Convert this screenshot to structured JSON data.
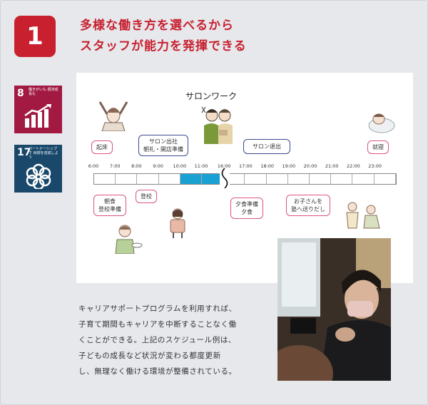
{
  "badge_number": "1",
  "heading": {
    "line1": "多様な働き方を選べるから",
    "line2": "スタッフが能力を発揮できる"
  },
  "sdg8": {
    "number": "8",
    "text": "働きがいも 経済成長も"
  },
  "sdg17": {
    "number": "17",
    "text": "パートナーシップで 目標を達成しよう"
  },
  "schedule": {
    "title": "サロンワーク",
    "times": [
      "6:00",
      "7:00",
      "8:00",
      "9:00",
      "10:00",
      "11:00",
      "16:00",
      "17:00",
      "18:00",
      "19:00",
      "20:00",
      "21:00",
      "22:00",
      "23:00"
    ],
    "highlighted_hours": [
      "10:00",
      "11:00"
    ],
    "events": {
      "wake": "起床",
      "salon_arrive_l1": "サロン出社",
      "salon_arrive_l2": "朝礼・開店準備",
      "salon_leave": "サロン退出",
      "bed": "就寝",
      "breakfast_l1": "朝食",
      "breakfast_l2": "登校準備",
      "school": "登校",
      "dinner_l1": "夕食準備",
      "dinner_l2": "夕食",
      "kids_l1": "お子さんを",
      "kids_l2": "塾へ送りだし"
    },
    "accent_colors": {
      "pink": "#d9567a",
      "navy": "#3c4a8c",
      "bar": "#1aa1d4"
    }
  },
  "body_lines": [
    "キャリアサポートプログラムを利用すれば、",
    "子育て期間もキャリアを中断することなく働",
    "くことができる。上記のスケジュール例は、",
    "子どもの成長など状況が変わる都度更新",
    "し、無理なく働ける環境が整備されている。"
  ],
  "photo": {
    "icon": "hairdresser-photo"
  }
}
